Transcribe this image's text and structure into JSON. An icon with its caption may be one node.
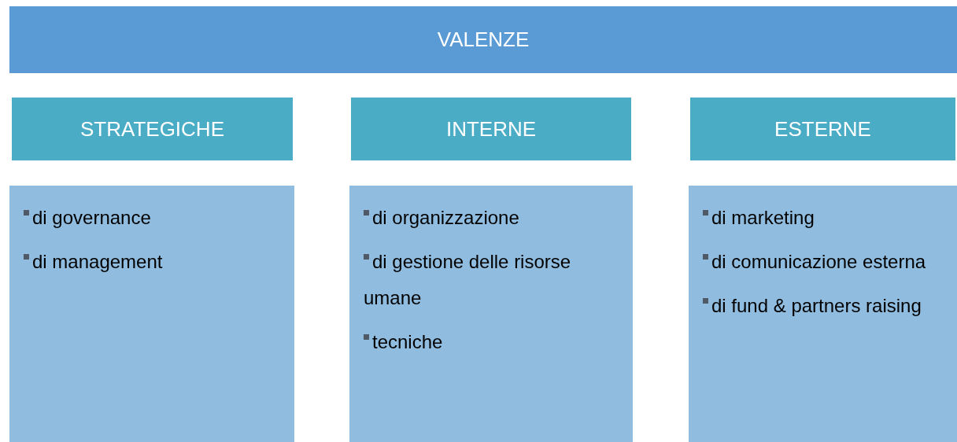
{
  "diagram": {
    "nodes": [
      {
        "text": [
          "VALENZE"
        ]
      },
      {
        "text": [
          "STRATEGICHE"
        ]
      },
      {
        "text": [
          "di governance",
          "di management"
        ]
      },
      {
        "text": [
          "INTERNE"
        ]
      },
      {
        "text": [
          "di organizzazione",
          "di gestione delle risorse umane",
          "tecniche"
        ]
      },
      {
        "text": [
          "ESTERNE"
        ]
      },
      {
        "text": [
          "di marketing",
          "di comunicazione esterna",
          "di fund & partners raising"
        ]
      }
    ]
  }
}
